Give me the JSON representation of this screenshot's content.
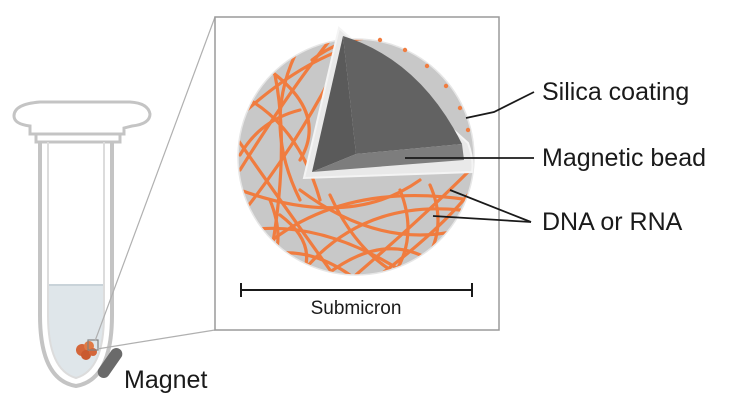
{
  "labels": {
    "silica": "Silica coating",
    "magnetic_bead": "Magnetic bead",
    "nucleic_acid": "DNA or RNA",
    "scale": "Submicron",
    "magnet": "Magnet"
  },
  "colors": {
    "fiber": "#f07c3f",
    "sphere": "#c8c8c8",
    "core_dark": "#5c5c5c",
    "core_mid": "#7d7d7d",
    "tube_outline": "#c4c4c4",
    "liquid": "#dfe6ea",
    "pellet": "#d4663a",
    "magnet": "#6a6a6a",
    "frame": "#9a9a9a"
  }
}
